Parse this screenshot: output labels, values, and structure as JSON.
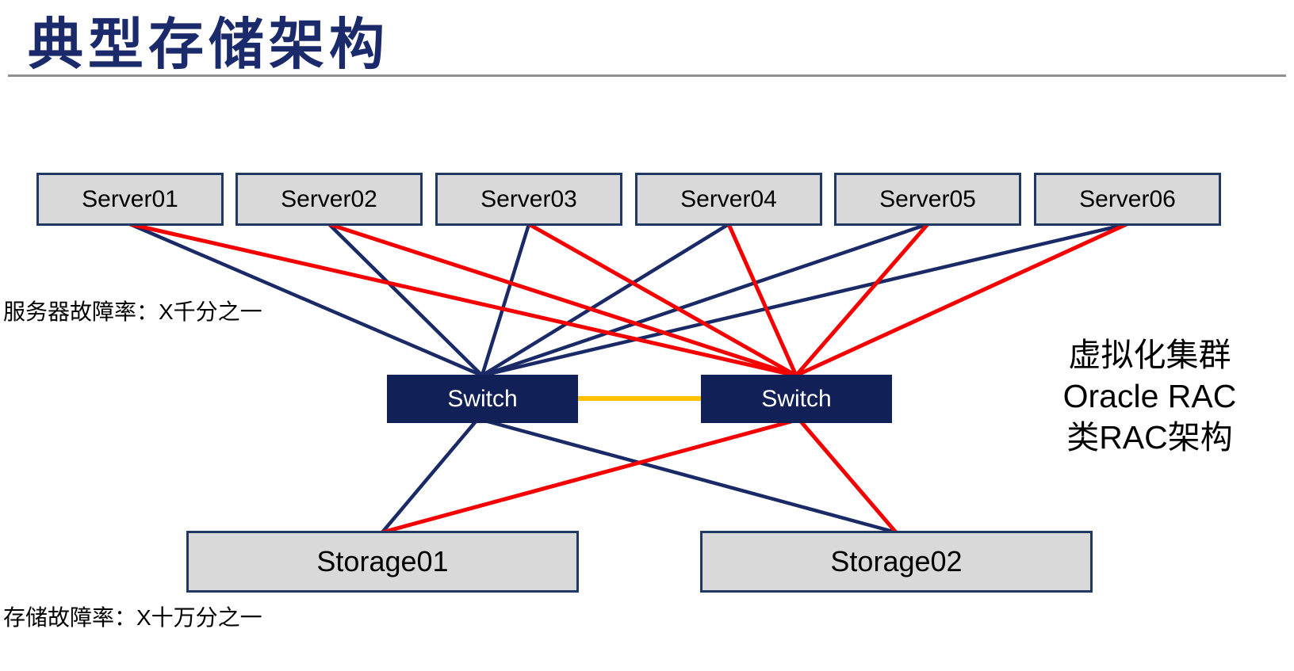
{
  "title": "典型存储架构",
  "labels": {
    "server_failure_rate": "服务器故障率：X千分之一",
    "storage_failure_rate": "存储故障率：X十万分之一"
  },
  "annotation": {
    "line1": "虚拟化集群",
    "line2": "Oracle RAC",
    "line3": "类RAC架构"
  },
  "nodes": {
    "servers": [
      {
        "label": "Server01"
      },
      {
        "label": "Server02"
      },
      {
        "label": "Server03"
      },
      {
        "label": "Server04"
      },
      {
        "label": "Server05"
      },
      {
        "label": "Server06"
      }
    ],
    "switches": [
      {
        "label": "Switch"
      },
      {
        "label": "Switch"
      }
    ],
    "storages": [
      {
        "label": "Storage01"
      },
      {
        "label": "Storage02"
      }
    ]
  },
  "colors": {
    "title": "#1B2A6B",
    "node_border": "#1F3864",
    "node_fill": "#D9D9D9",
    "switch_fill": "#112157",
    "server_link": "#1A2A66",
    "server_link_redundant": "#F40000",
    "inter_switch_link": "#FFC000",
    "divider": "#909090"
  }
}
